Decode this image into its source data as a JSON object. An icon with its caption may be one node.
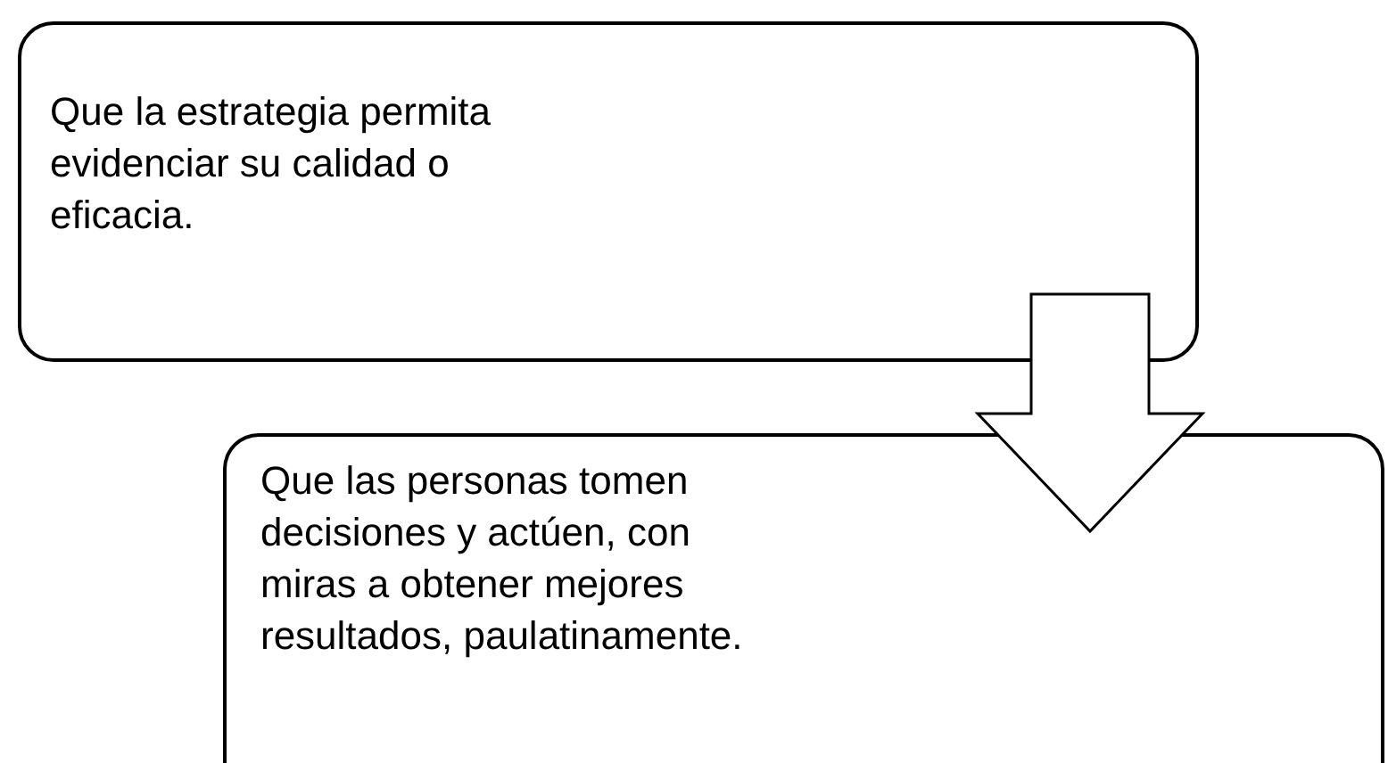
{
  "diagram": {
    "nodes": [
      {
        "text": [
          "Que la estrategia permita evidenciar su calidad o eficacia."
        ]
      },
      {
        "text": [
          "Que las personas tomen decisiones y actúen, con miras a obtener mejores resultados, paulatinamente."
        ]
      }
    ],
    "edges": [
      {
        "from": 0,
        "to": 1,
        "arrow": "to"
      }
    ]
  }
}
